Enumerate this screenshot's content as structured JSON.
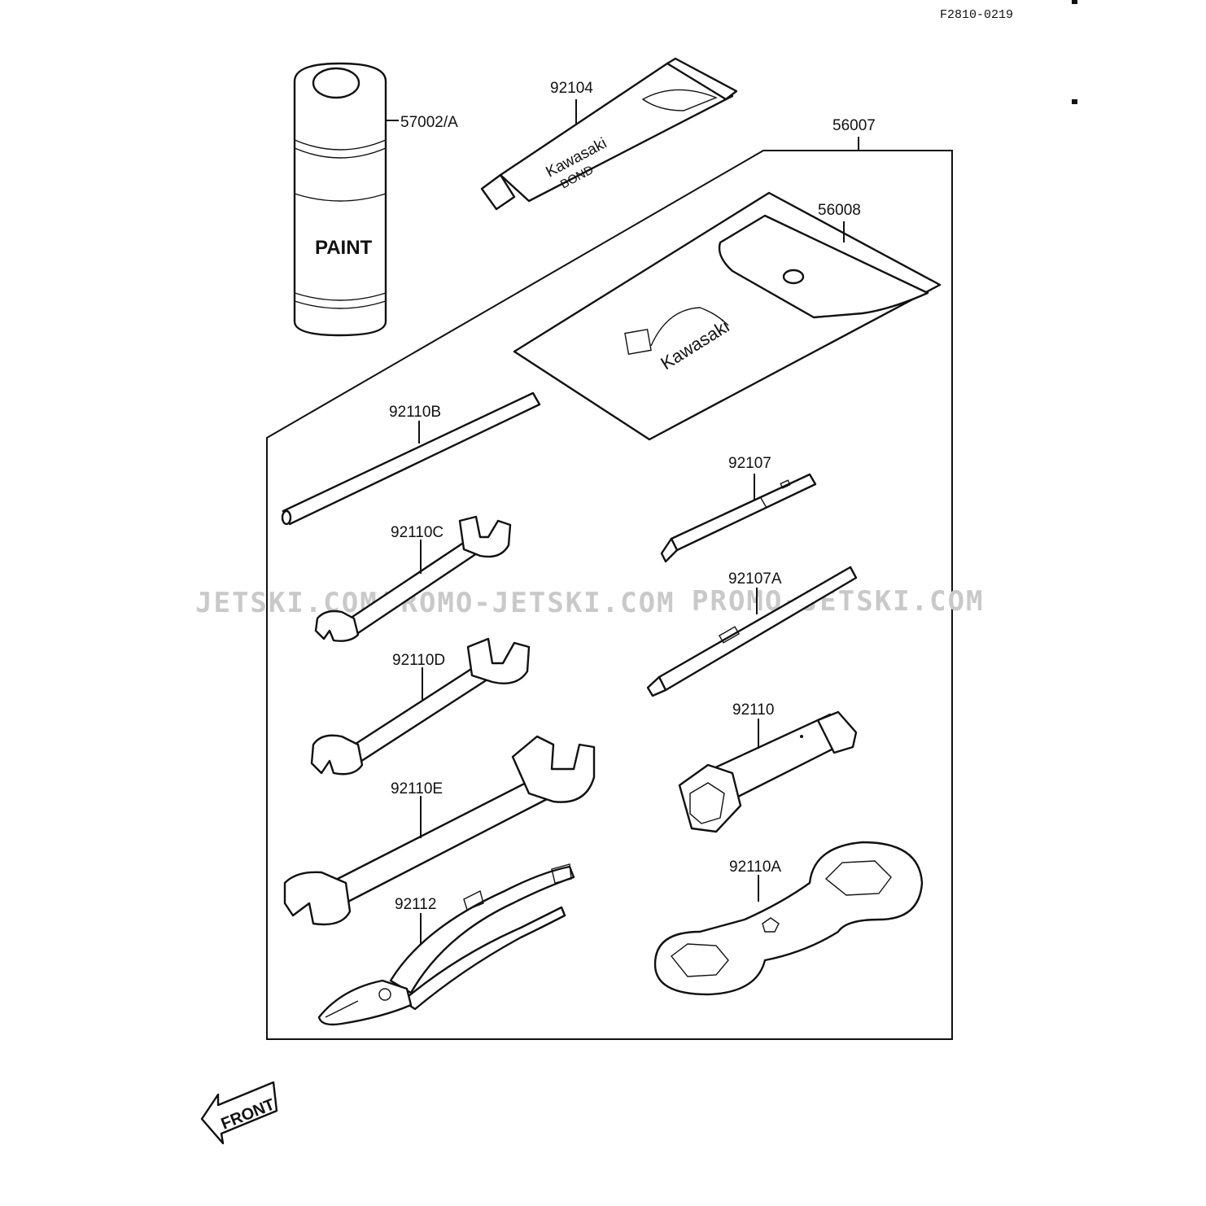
{
  "reference": "F2810-0219",
  "watermark": {
    "left": "JETSKI.COM",
    "middle": "PROMO-JETSKI.COM",
    "right": "PROMO-JETSKI.COM"
  },
  "parts": {
    "paint": "57002/A",
    "bond": "92104",
    "tool_kit": "56007",
    "tool_case": "56008",
    "bar": "92110B",
    "screwdriver_phillips": "92107",
    "screwdriver_flat": "92107A",
    "wrench_small": "92110C",
    "wrench_medium": "92110D",
    "wrench_large": "92110E",
    "plug_wrench": "92110",
    "hex_wrench": "92110A",
    "pliers": "92112"
  },
  "product_text": {
    "paint_can": "PAINT",
    "bond_brand": "Kawasaki",
    "bond_name": "BOND",
    "case_brand": "Kawasaki"
  },
  "front_arrow": "FRONT"
}
